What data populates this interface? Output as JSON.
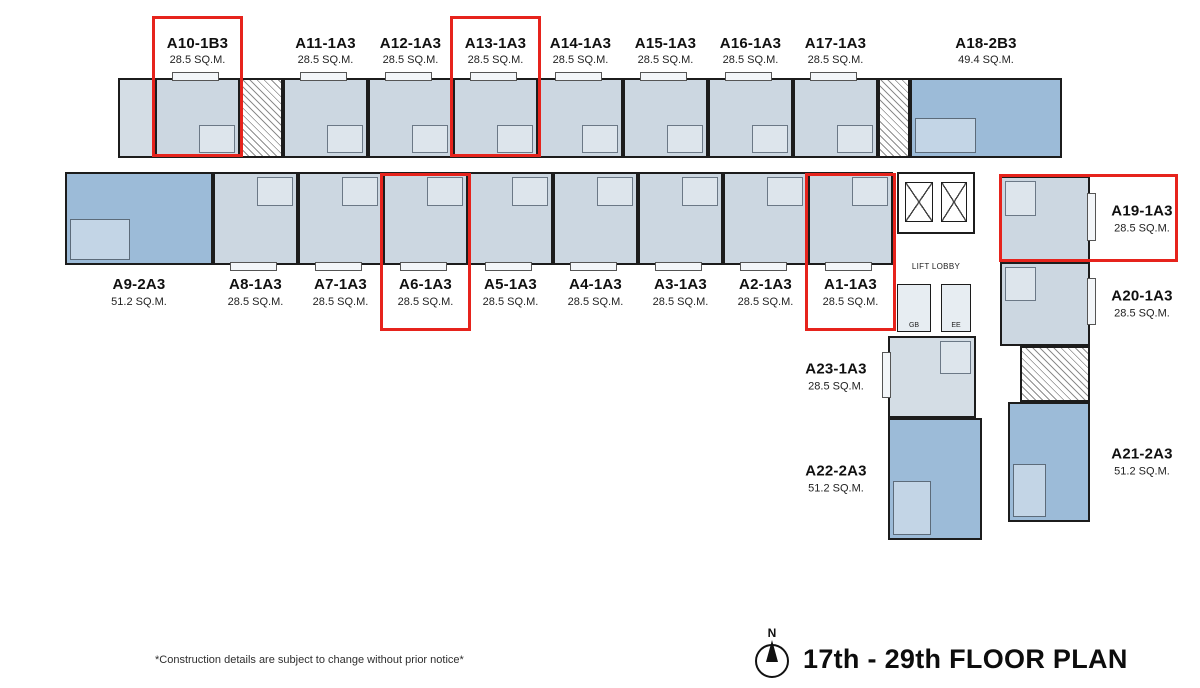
{
  "title": "17th - 29th FLOOR PLAN",
  "compass_label": "N",
  "footnote": "*Construction details are subject to change without prior notice*",
  "core": {
    "lift_lobby": "LIFT LOBBY",
    "gb": "GB",
    "ee": "EE"
  },
  "colors": {
    "highlight_red": "#e6231c",
    "unit_light": "#ccd7e1",
    "unit_dark": "#9cbbd8"
  },
  "units": {
    "top_row": [
      {
        "name": "A10-1B3",
        "size": "28.5 SQ.M.",
        "highlighted": true
      },
      {
        "name": "A11-1A3",
        "size": "28.5 SQ.M."
      },
      {
        "name": "A12-1A3",
        "size": "28.5 SQ.M."
      },
      {
        "name": "A13-1A3",
        "size": "28.5 SQ.M.",
        "highlighted": true
      },
      {
        "name": "A14-1A3",
        "size": "28.5 SQ.M."
      },
      {
        "name": "A15-1A3",
        "size": "28.5 SQ.M."
      },
      {
        "name": "A16-1A3",
        "size": "28.5 SQ.M."
      },
      {
        "name": "A17-1A3",
        "size": "28.5 SQ.M."
      },
      {
        "name": "A18-2B3",
        "size": "49.4 SQ.M."
      }
    ],
    "bottom_row": [
      {
        "name": "A9-2A3",
        "size": "51.2 SQ.M."
      },
      {
        "name": "A8-1A3",
        "size": "28.5 SQ.M."
      },
      {
        "name": "A7-1A3",
        "size": "28.5 SQ.M."
      },
      {
        "name": "A6-1A3",
        "size": "28.5 SQ.M.",
        "highlighted": true
      },
      {
        "name": "A5-1A3",
        "size": "28.5 SQ.M."
      },
      {
        "name": "A4-1A3",
        "size": "28.5 SQ.M."
      },
      {
        "name": "A3-1A3",
        "size": "28.5 SQ.M."
      },
      {
        "name": "A2-1A3",
        "size": "28.5 SQ.M."
      },
      {
        "name": "A1-1A3",
        "size": "28.5 SQ.M.",
        "highlighted": true
      }
    ],
    "right_wing": [
      {
        "name": "A19-1A3",
        "size": "28.5 SQ.M.",
        "highlighted": true
      },
      {
        "name": "A20-1A3",
        "size": "28.5 SQ.M."
      },
      {
        "name": "A21-2A3",
        "size": "51.2 SQ.M."
      },
      {
        "name": "A23-1A3",
        "size": "28.5 SQ.M."
      },
      {
        "name": "A22-2A3",
        "size": "51.2 SQ.M."
      }
    ]
  }
}
